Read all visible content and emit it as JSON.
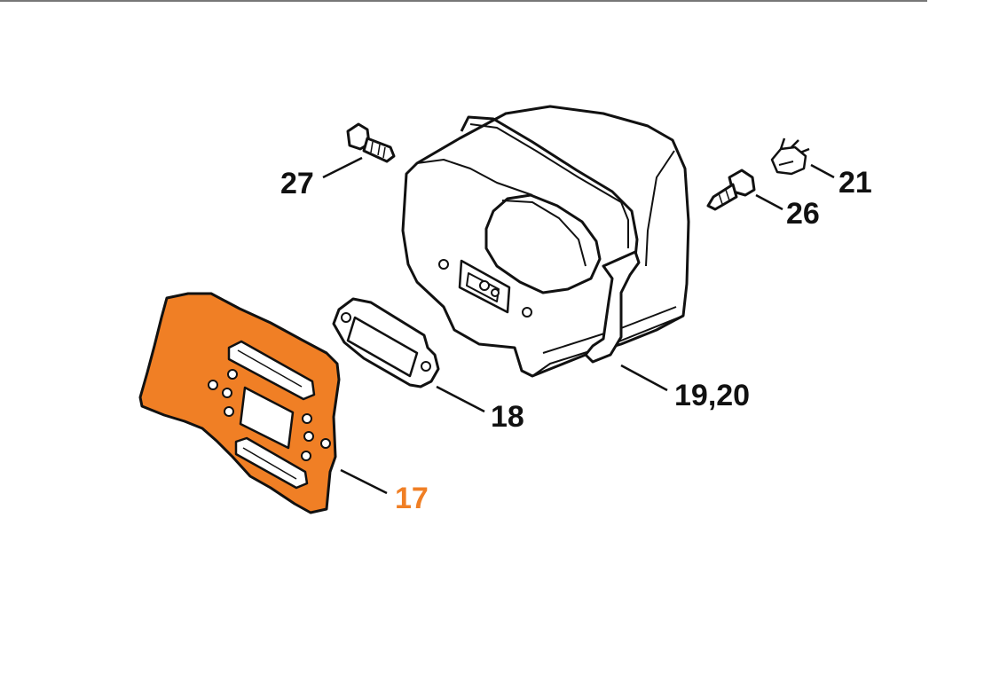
{
  "parts": [
    {
      "id": "p27",
      "number": "27",
      "name": "bolt",
      "highlight": false
    },
    {
      "id": "p21",
      "number": "21",
      "name": "spark-arrest-clip",
      "highlight": false
    },
    {
      "id": "p26",
      "number": "26",
      "name": "screw",
      "highlight": false
    },
    {
      "id": "p1920",
      "number": "19,20",
      "name": "muffler",
      "highlight": false
    },
    {
      "id": "p18",
      "number": "18",
      "name": "gasket",
      "highlight": false
    },
    {
      "id": "p17",
      "number": "17",
      "name": "cooling-plate",
      "highlight": true
    }
  ],
  "colors": {
    "line": "#111111",
    "highlight": "#f07f25",
    "plate_fill": "#f07f25",
    "background": "#ffffff"
  }
}
